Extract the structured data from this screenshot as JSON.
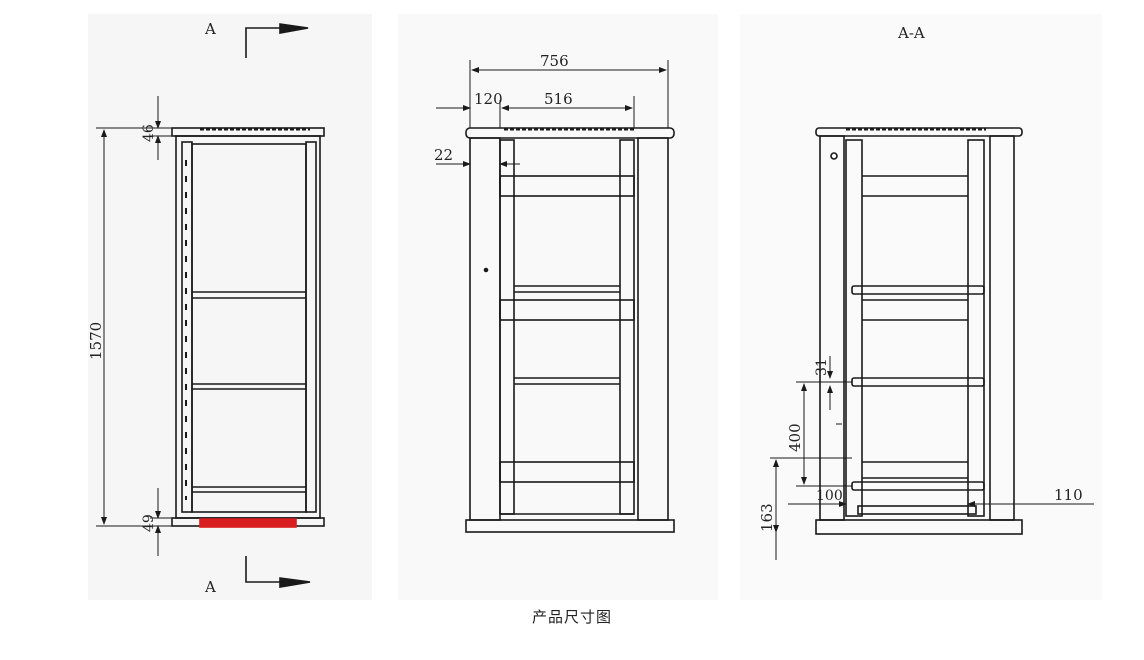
{
  "caption": "产品尺寸图",
  "views": {
    "left": {
      "section_mark_top": "A",
      "section_mark_bottom": "A",
      "dim_top": "46",
      "dim_height": "1570",
      "dim_bottom": "49"
    },
    "middle": {
      "dim_overall_width": "756",
      "dim_offset": "120",
      "dim_inner_width": "516",
      "dim_side": "22"
    },
    "right": {
      "section_title": "A-A",
      "dim_small": "31",
      "dim_spacing": "400",
      "dim_bottom_height": "163",
      "dim_bottom_left": "100",
      "dim_bottom_right": "110"
    }
  },
  "colors": {
    "line": "#1a1a1a",
    "accent": "#d81e1e",
    "panel": "#f4f4f4"
  }
}
